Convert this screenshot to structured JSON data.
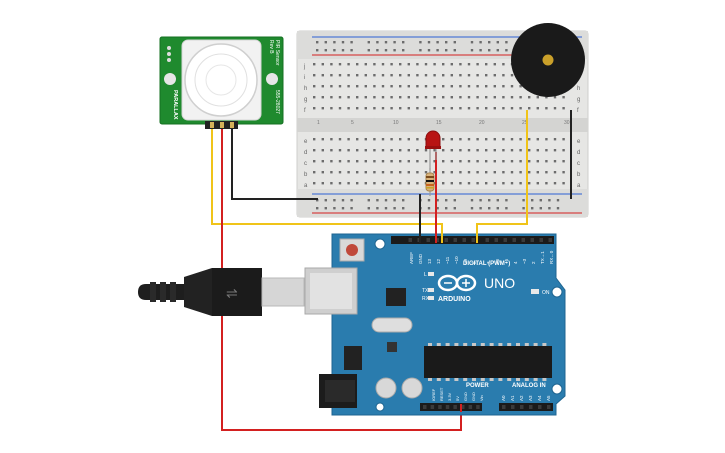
{
  "pir_sensor": {
    "brand": "PARALLAX",
    "model": "PIR Sensor",
    "revision": "Rev B",
    "part_number": "555-28027"
  },
  "arduino": {
    "board_name": "UNO",
    "brand": "ARDUINO",
    "digital_header_label": "DIGITAL (PWM~)",
    "power_label": "POWER",
    "analog_label": "ANALOG IN",
    "on_label": "ON",
    "tx_label": "TX",
    "rx_label": "RX",
    "l_label": "L",
    "digital_pins": [
      "AREF",
      "GND",
      "13",
      "12",
      "~11",
      "~10",
      "~9",
      "8",
      "7",
      "~6",
      "~5",
      "4",
      "~3",
      "2",
      "TX→1",
      "RX←0"
    ],
    "power_pins": [
      "IOREF",
      "RESET",
      "3.3V",
      "5V",
      "GND",
      "GND",
      "Vin"
    ],
    "analog_pins": [
      "A0",
      "A1",
      "A2",
      "A3",
      "A4",
      "A5"
    ]
  },
  "breadboard": {
    "row_letters_top": [
      "j",
      "i",
      "h",
      "g",
      "f"
    ],
    "row_letters_bottom": [
      "e",
      "d",
      "c",
      "b",
      "a"
    ],
    "column_numbers": [
      "1",
      "5",
      "10",
      "15",
      "20",
      "25",
      "30"
    ]
  },
  "colors": {
    "wire_black": "#222222",
    "wire_red": "#d32020",
    "wire_yellow": "#f0c419",
    "arduino_board": "#2a7cae",
    "pir_board": "#1f8a2e",
    "breadboard": "#e8e8e6",
    "led": "#b81414",
    "buzzer": "#1a1a1a"
  }
}
